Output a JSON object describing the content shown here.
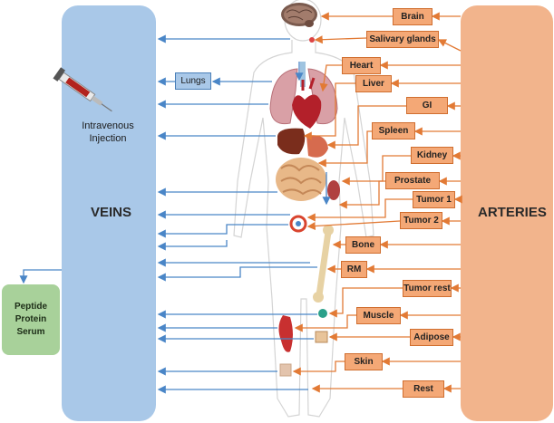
{
  "veins_label": "VEINS",
  "arteries_label": "ARTERIES",
  "iv_label_line1": "Intravenous",
  "iv_label_line2": "Injection",
  "lungs_label": "Lungs",
  "peptide_lines": [
    "Peptide",
    "Protein",
    "Serum"
  ],
  "organs": [
    {
      "label": "Brain"
    },
    {
      "label": "Salivary glands"
    },
    {
      "label": "Heart"
    },
    {
      "label": "Liver"
    },
    {
      "label": "GI"
    },
    {
      "label": "Spleen"
    },
    {
      "label": "Kidney"
    },
    {
      "label": "Prostate"
    },
    {
      "label": "Tumor 1"
    },
    {
      "label": "Tumor 2"
    },
    {
      "label": "Bone"
    },
    {
      "label": "RM"
    },
    {
      "label": "Tumor rest"
    },
    {
      "label": "Muscle"
    },
    {
      "label": "Adipose"
    },
    {
      "label": "Skin"
    },
    {
      "label": "Rest"
    }
  ],
  "colors": {
    "veins": "#a9c8e8",
    "arteries": "#f2b48c",
    "vein_arrow": "#4a86c7",
    "artery_arrow": "#e27a35",
    "peptide": "#a8d19a"
  }
}
